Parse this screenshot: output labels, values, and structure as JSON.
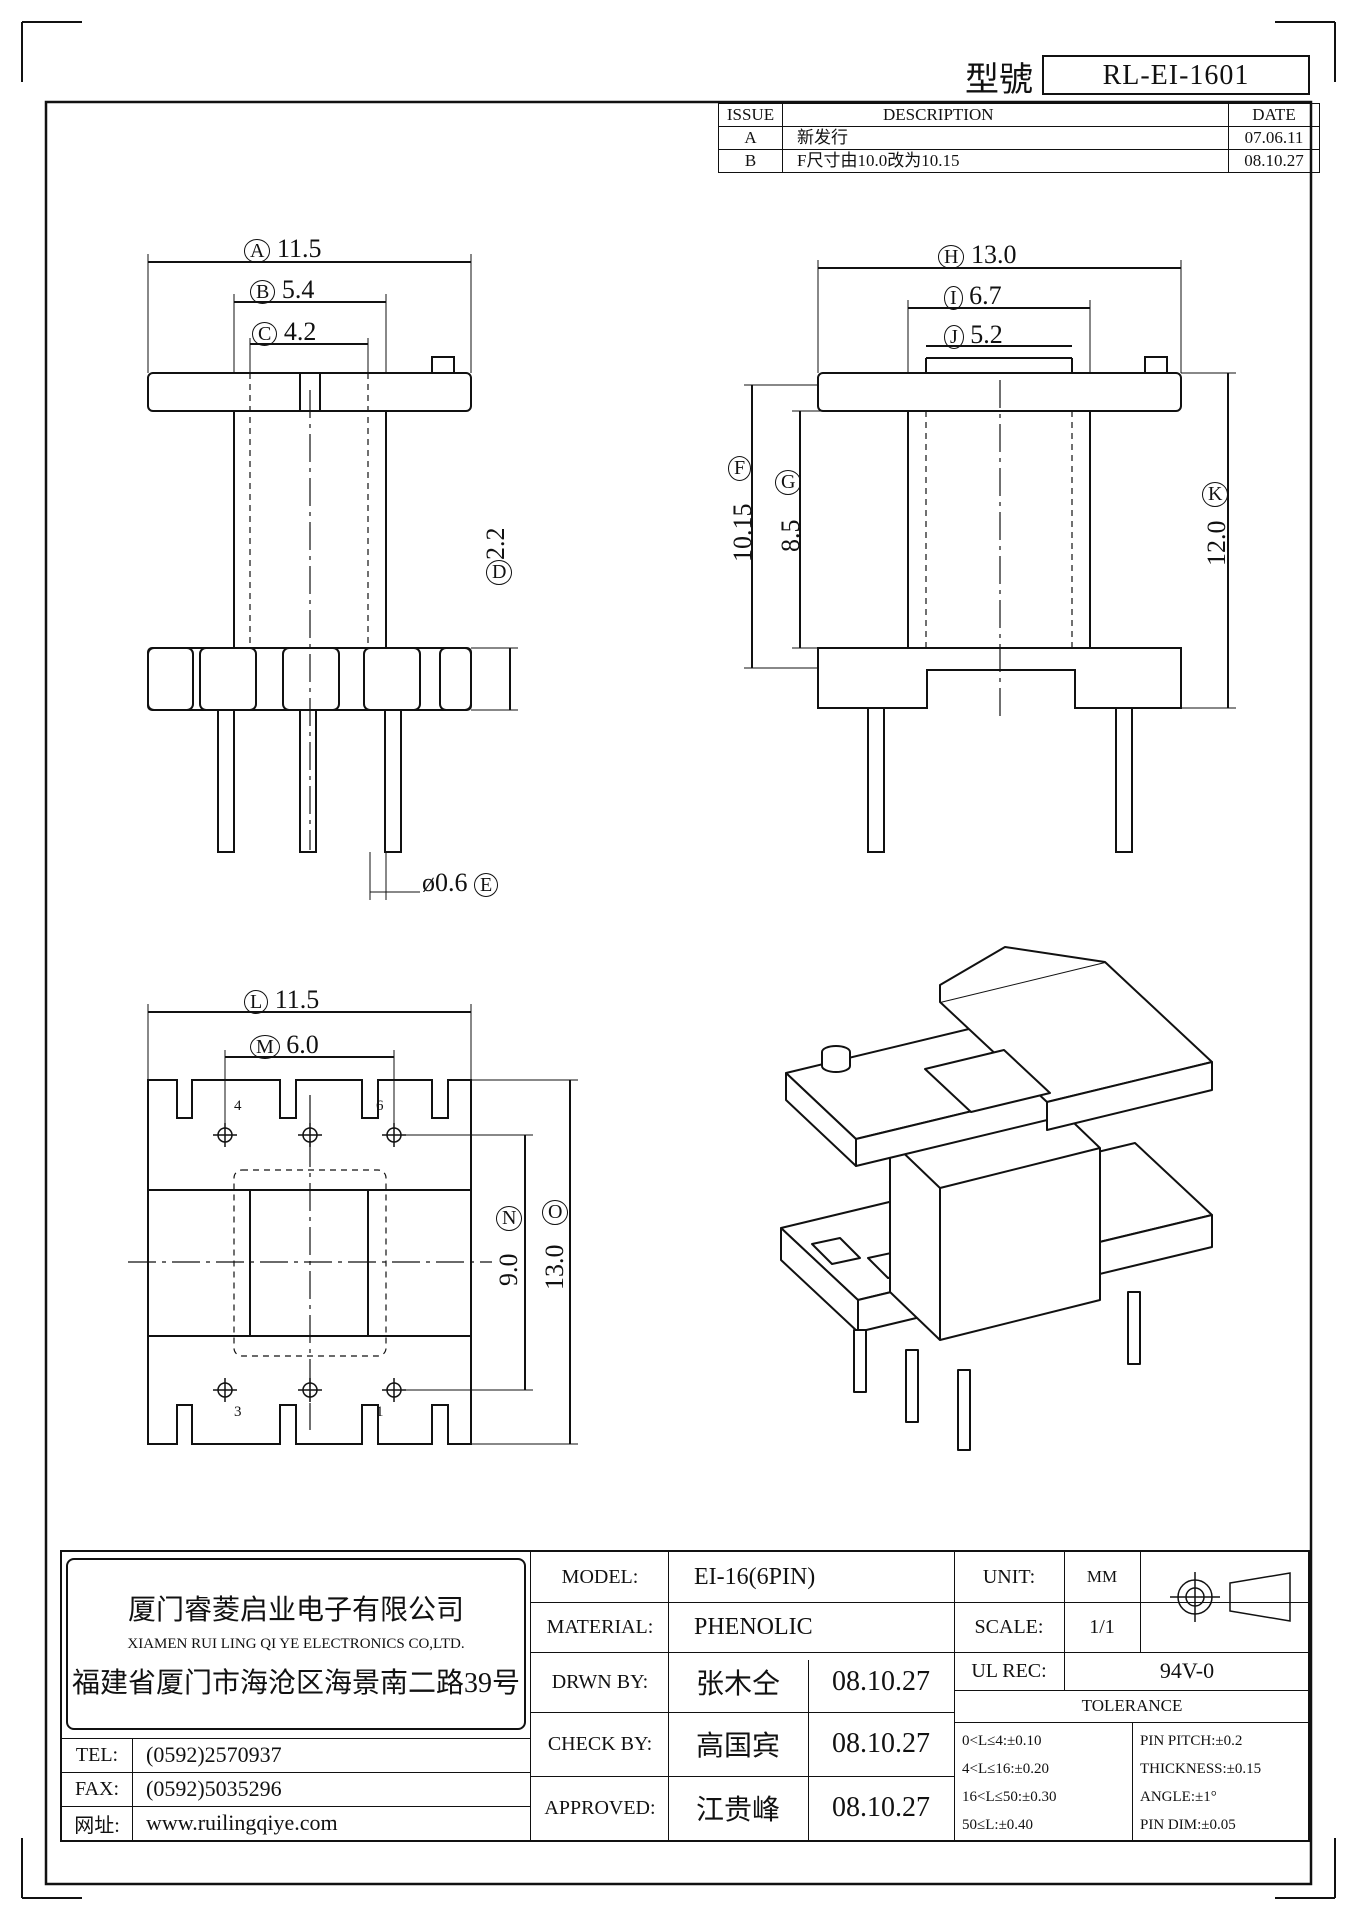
{
  "header": {
    "model_label": "型號",
    "model_number": "RL-EI-1601"
  },
  "revisions": {
    "columns": [
      "ISSUE",
      "DESCRIPTION",
      "DATE"
    ],
    "rows": [
      {
        "issue": "A",
        "description": "新发行",
        "date": "07.06.11"
      },
      {
        "issue": "B",
        "description": "F尺寸由10.0改为10.15",
        "date": "08.10.27"
      }
    ]
  },
  "dimensions": {
    "A": {
      "letter": "A",
      "value": "11.5"
    },
    "B": {
      "letter": "B",
      "value": "5.4"
    },
    "C": {
      "letter": "C",
      "value": "4.2"
    },
    "D": {
      "letter": "D",
      "value": "2.2"
    },
    "E": {
      "letter": "E",
      "value": "ø0.6"
    },
    "F": {
      "letter": "F",
      "value": "10.15"
    },
    "G": {
      "letter": "G",
      "value": "8.5"
    },
    "H": {
      "letter": "H",
      "value": "13.0"
    },
    "I": {
      "letter": "I",
      "value": "6.7"
    },
    "J": {
      "letter": "J",
      "value": "5.2"
    },
    "K": {
      "letter": "K",
      "value": "12.0"
    },
    "L": {
      "letter": "L",
      "value": "11.5"
    },
    "M": {
      "letter": "M",
      "value": "6.0"
    },
    "N": {
      "letter": "N",
      "value": "9.0"
    },
    "O": {
      "letter": "O",
      "value": "13.0"
    }
  },
  "pins": [
    "4",
    "6",
    "3",
    "1"
  ],
  "title_block": {
    "company_cn": "厦门睿菱启业电子有限公司",
    "company_en": "XIAMEN RUI LING QI YE ELECTRONICS CO,LTD.",
    "address": "福建省厦门市海沧区海景南二路39号",
    "tel_label": "TEL:",
    "tel": "(0592)2570937",
    "fax_label": "FAX:",
    "fax": "(0592)5035296",
    "web_label": "网址:",
    "web": "www.ruilingqiye.com",
    "model_label": "MODEL:",
    "model": "EI-16(6PIN)",
    "material_label": "MATERIAL:",
    "material": "PHENOLIC",
    "drawn_label": "DRWN BY:",
    "drawn_by": "张木仝",
    "drawn_date": "08.10.27",
    "check_label": "CHECK BY:",
    "check_by": "高国宾",
    "check_date": "08.10.27",
    "approved_label": "APPROVED:",
    "approved_by": "江贵峰",
    "approved_date": "08.10.27",
    "unit_label": "UNIT:",
    "unit": "MM",
    "scale_label": "SCALE:",
    "scale": "1/1",
    "ul_label": "UL REC:",
    "ul": "94V-0",
    "tolerance_label": "TOLERANCE",
    "tolerance_left": [
      "0<L≤4:±0.10",
      "4<L≤16:±0.20",
      "16<L≤50:±0.30",
      "50≤L:±0.40"
    ],
    "tolerance_right": [
      "PIN PITCH:±0.2",
      "THICKNESS:±0.15",
      "ANGLE:±1°",
      "PIN DIM:±0.05"
    ]
  }
}
